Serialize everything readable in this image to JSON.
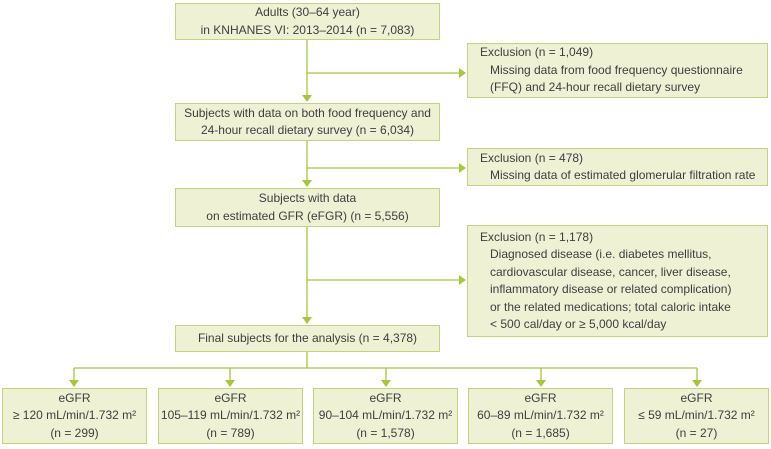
{
  "colors": {
    "box_fill": "#eef1d4",
    "box_border": "#c6d17c",
    "arrow_green": "#a4c83a",
    "text": "#3e3e3e"
  },
  "main_boxes": [
    {
      "name": "adults",
      "lines": [
        "Adults (30–64 year)",
        "in KNHANES VI: 2013–2014 (n = 7,083)"
      ]
    },
    {
      "name": "ffq-subjects",
      "lines": [
        "Subjects with data on both food frequency and",
        "24-hour recall dietary survey (n = 6,034)"
      ]
    },
    {
      "name": "gfr-subjects",
      "lines": [
        "Subjects with data",
        "on estimated GFR (eFGR) (n = 5,556)"
      ]
    },
    {
      "name": "final-subjects",
      "lines": [
        "Final subjects for the analysis (n = 4,378)"
      ]
    }
  ],
  "exclusion_boxes": [
    {
      "title": "Exclusion (n = 1,049)",
      "details": [
        "Missing data from food frequency questionnaire",
        "(FFQ) and 24-hour recall dietary survey"
      ]
    },
    {
      "title": "Exclusion (n = 478)",
      "details": [
        "Missing data of estimated glomerular filtration rate"
      ]
    },
    {
      "title": "Exclusion (n = 1,178)",
      "details": [
        "Diagnosed disease (i.e. diabetes mellitus,",
        "cardiovascular disease, cancer, liver disease,",
        "inflammatory disease or related complication)",
        "or the related medications; total caloric intake",
        "< 500 cal/day or ≥ 5,000 kcal/day"
      ]
    }
  ],
  "egfr_boxes": [
    {
      "label": "eGFR",
      "range": "≥ 120 mL/min/1.732 m²",
      "count": "(n = 299)"
    },
    {
      "label": "eGFR",
      "range": "105–119 mL/min/1.732 m²",
      "count": "(n = 789)"
    },
    {
      "label": "eGFR",
      "range": "90–104 mL/min/1.732 m²",
      "count": "(n = 1,578)"
    },
    {
      "label": "eGFR",
      "range": "60–89 mL/min/1.732 m²",
      "count": "(n = 1,685)"
    },
    {
      "label": "eGFR",
      "range": "≤ 59 mL/min/1.732 m²",
      "count": "(n = 27)"
    }
  ]
}
